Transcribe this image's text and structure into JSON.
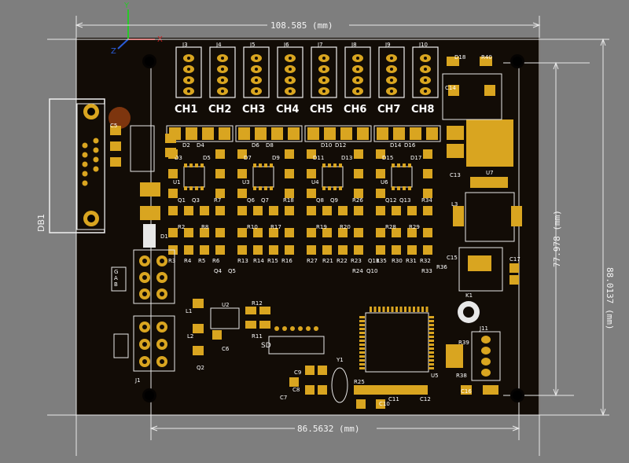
{
  "view": {
    "background_color": "#7e7e7e",
    "board_color": "#120c06",
    "copper_color": "#d9a520",
    "silk_color": "#f2f2f2"
  },
  "axes": {
    "x_label": "X",
    "y_label": "Y",
    "z_label": "Z"
  },
  "dimensions": {
    "top_width": "108.585 (mm)",
    "bottom_width": "86.5632 (mm)",
    "inner_height": "77.978 (mm)",
    "outer_height": "88.0137 (mm)"
  },
  "channels": [
    "CH1",
    "CH2",
    "CH3",
    "CH4",
    "CH5",
    "CH6",
    "CH7",
    "CH8"
  ],
  "connectors": [
    "J3",
    "J4",
    "J5",
    "J6",
    "J7",
    "J8",
    "J9",
    "J10"
  ],
  "labels": {
    "db1": "DB1",
    "j1": "J1",
    "j11": "J11",
    "u2": "U2",
    "u5": "U5",
    "u7": "U7",
    "l1": "L1",
    "l2": "L2",
    "l3": "L3",
    "sd": "SD",
    "y1": "Y1",
    "k1": "K1",
    "d1": "D1",
    "c5": "C5",
    "c9": "C9",
    "c13": "C13",
    "c14": "C14",
    "c15": "C15",
    "c16": "C16",
    "c17": "C17",
    "c8": "C8",
    "c7": "C7",
    "c10": "C10",
    "c11": "C11",
    "c12": "C12",
    "c6": "C6",
    "r12": "R12",
    "r11": "R11",
    "r25": "R25",
    "r36": "R36",
    "r39": "R39",
    "r38": "R38",
    "q2": "Q2",
    "d18": "D18",
    "r40": "R40"
  },
  "header_abc": {
    "g": "G",
    "a": "A",
    "b": "B"
  },
  "group_labels": [
    [
      "D2",
      "D4",
      "D3",
      "D5",
      "U1",
      "Q1",
      "Q3",
      "R7",
      "R2",
      "R8",
      "R3",
      "R4",
      "R5",
      "R6",
      "Q4",
      "Q5"
    ],
    [
      "D6",
      "D8",
      "D7",
      "D9",
      "U3",
      "Q6",
      "Q7",
      "R18",
      "R10",
      "R17",
      "R13",
      "R14",
      "R15",
      "R16"
    ],
    [
      "D10",
      "D12",
      "D11",
      "D13",
      "U4",
      "Q8",
      "Q9",
      "R26",
      "R19",
      "R20",
      "R27",
      "R21",
      "R22",
      "R23",
      "R24",
      "Q10",
      "Q11"
    ],
    [
      "D14",
      "D16",
      "D15",
      "D17",
      "U6",
      "Q12",
      "Q13",
      "R34",
      "R28",
      "R29",
      "R35",
      "R30",
      "R31",
      "R32",
      "R33"
    ]
  ]
}
